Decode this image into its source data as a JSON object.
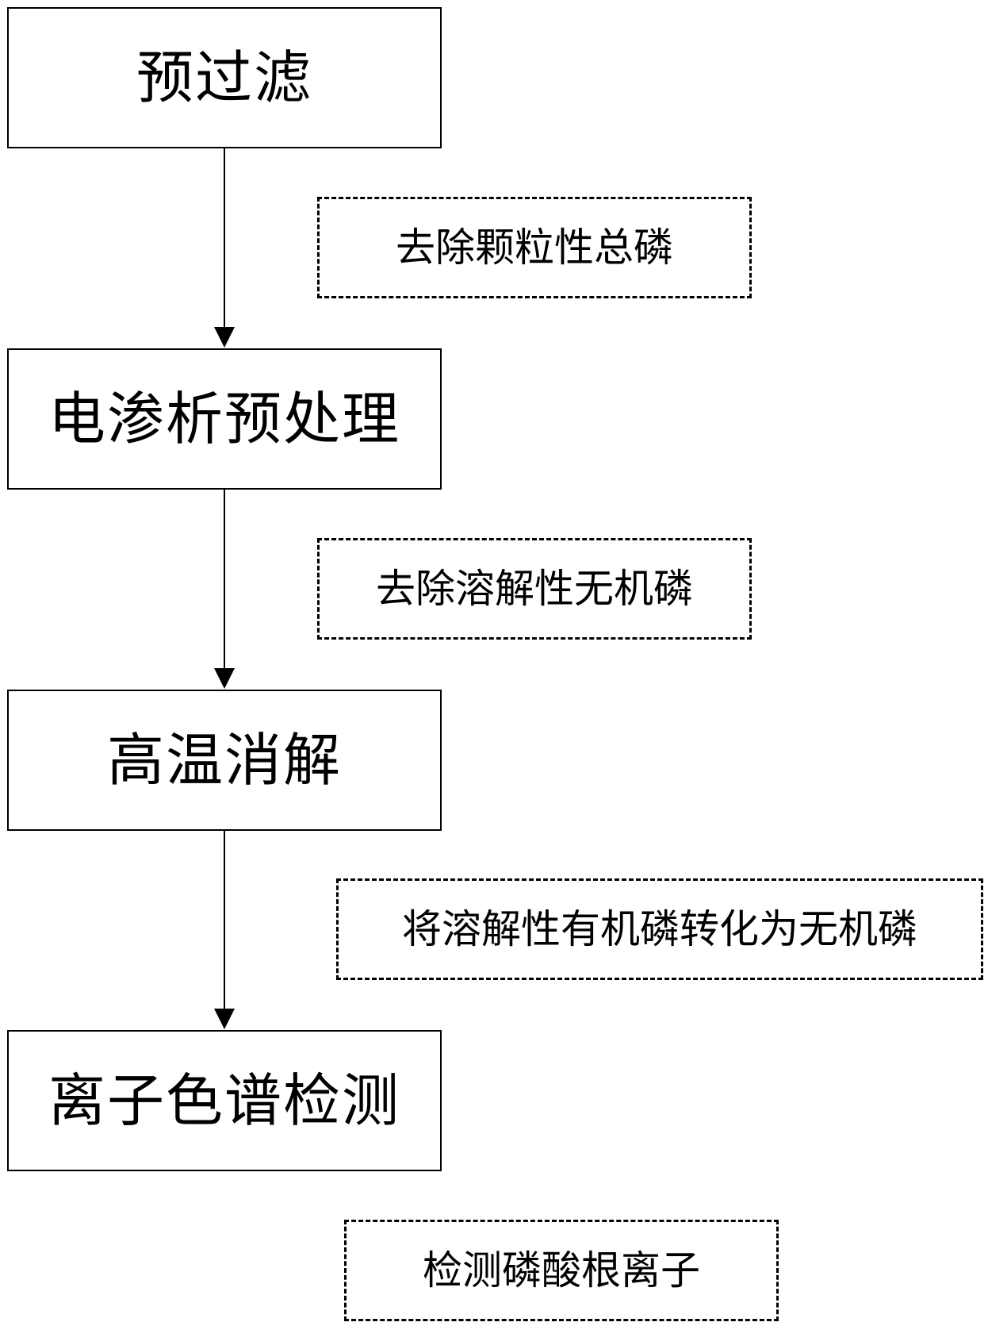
{
  "steps": [
    {
      "label": "预过滤"
    },
    {
      "label": "电渗析预处理"
    },
    {
      "label": "高温消解"
    },
    {
      "label": "离子色谱检测"
    }
  ],
  "notes": [
    {
      "label": "去除颗粒性总磷"
    },
    {
      "label": "去除溶解性无机磷"
    },
    {
      "label": "将溶解性有机磷转化为无机磷"
    },
    {
      "label": "检测磷酸根离子"
    }
  ],
  "colors": {
    "line": "#000000",
    "background": "#ffffff"
  }
}
